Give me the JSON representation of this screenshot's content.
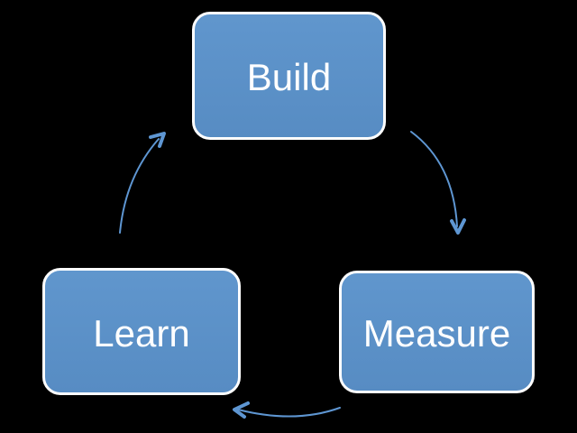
{
  "diagram": {
    "type": "cycle",
    "nodes": {
      "build": {
        "label": "Build"
      },
      "measure": {
        "label": "Measure"
      },
      "learn": {
        "label": "Learn"
      }
    },
    "arrows": [
      {
        "name": "build-to-measure",
        "direction": "clockwise"
      },
      {
        "name": "measure-to-learn",
        "direction": "clockwise"
      },
      {
        "name": "learn-to-build",
        "direction": "clockwise"
      }
    ],
    "colors": {
      "background": "#000000",
      "node_fill": "#5C92C9",
      "node_border": "#FFFFFF",
      "node_text": "#FFFFFF",
      "arrow": "#5E96D2"
    }
  }
}
